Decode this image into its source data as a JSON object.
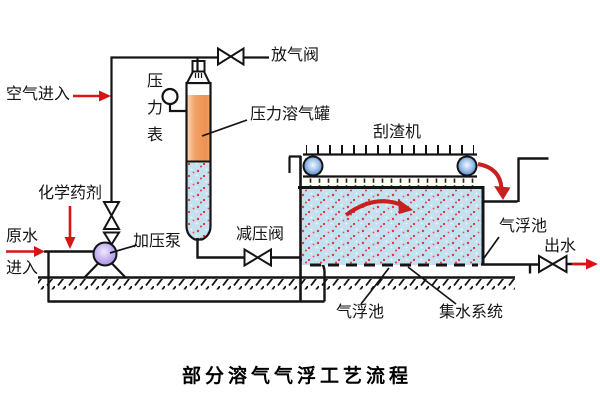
{
  "title": "部分溶气气浮工艺流程",
  "labels": {
    "air_in": "空气进入",
    "release_valve": "放气阀",
    "pressure_gauge": "压\n力\n表",
    "pressure_tank": "压力溶气罐",
    "chemical": "化学药剂",
    "raw_water": "原水",
    "inlet": "进入",
    "pump": "加压泵",
    "reducing_valve": "减压阀",
    "scraper": "刮渣机",
    "flotation_tank_right": "气浮池",
    "outlet_water": "出水",
    "flotation_tank_bottom": "气浮池",
    "collection_system": "集水系统"
  },
  "colors": {
    "line": "#141414",
    "arrow_red": "#d81414",
    "water_blue": "#c5e0ef",
    "speckle_red": "#e03838",
    "tank_orange": "#ef9e62",
    "pump_purple": "#b3a0ea",
    "pulley_blue": "#2a5cb0"
  }
}
